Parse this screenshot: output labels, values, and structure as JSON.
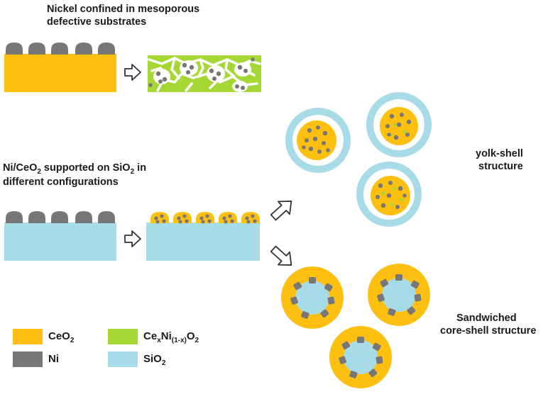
{
  "sections": {
    "top_title_line1": "Nickel confined in mesoporous",
    "top_title_line2": "defective substrates",
    "mid_title_prefix": "Ni/CeO",
    "mid_title_sub1": "2",
    "mid_title_mid": " supported on SiO",
    "mid_title_sub2": "2",
    "mid_title_suffix": " in",
    "mid_title_line2": "different configurations"
  },
  "structures": {
    "yolk_shell_line1": "yolk-shell",
    "yolk_shell_line2": "structure",
    "sandwiched_line1": "Sandwiched",
    "sandwiched_line2": "core-shell structure"
  },
  "legend": {
    "ceo2_base": "CeO",
    "ceo2_sub": "2",
    "cexni_ce": "Ce",
    "cexni_x": "x",
    "cexni_ni": "Ni",
    "cexni_sub": "(1-x)",
    "cexni_o": "O",
    "cexni_osub": "2",
    "ni": "Ni",
    "sio2_base": "SiO",
    "sio2_sub": "2"
  },
  "colors": {
    "ceo2": "#FDC010",
    "cexni": "#A5D835",
    "ni": "#777777",
    "sio2": "#A8DBE8",
    "arrow_stroke": "#333333",
    "text": "#1a1a1a"
  },
  "icons": [
    "arrow-right-icon",
    "arrow-up-right-icon",
    "arrow-down-right-icon"
  ]
}
